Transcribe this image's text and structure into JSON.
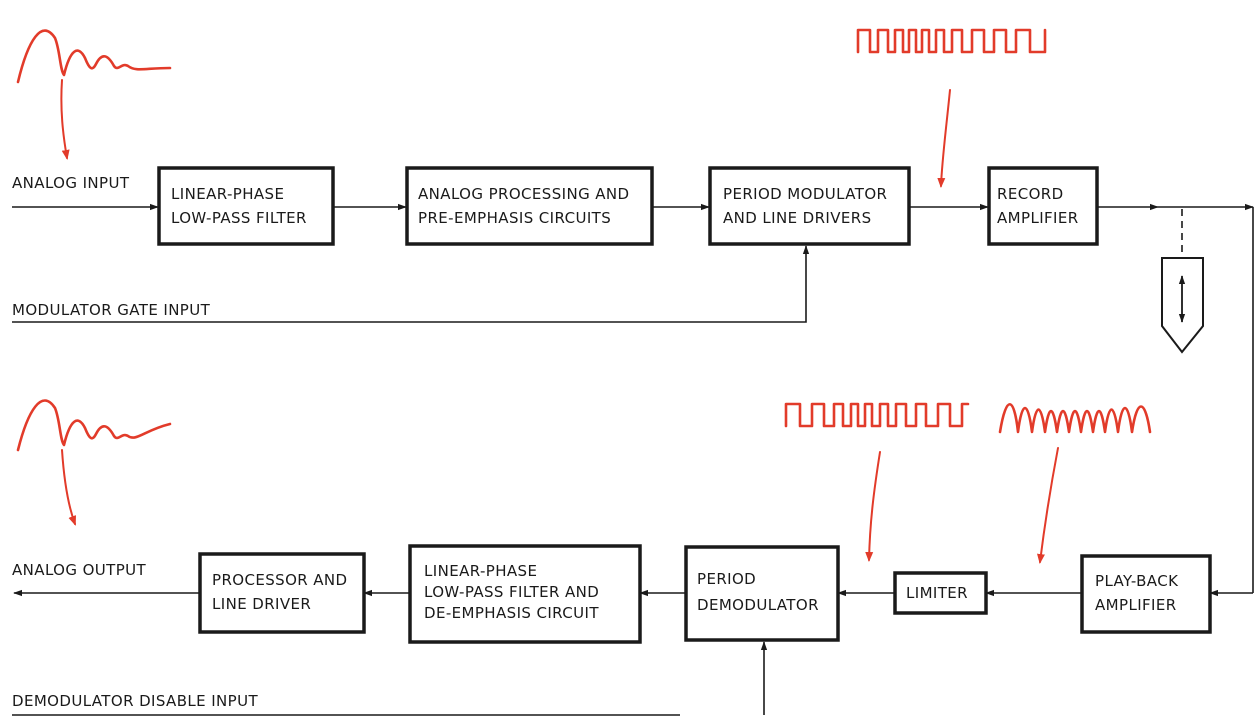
{
  "colors": {
    "ink": "#1a1a1a",
    "signal": "#e23b2a",
    "background": "#ffffff"
  },
  "inputs": {
    "analog_input": "ANALOG INPUT",
    "modulator_gate_input": "MODULATOR GATE INPUT",
    "analog_output": "ANALOG OUTPUT",
    "demodulator_disable_input": "DEMODULATOR DISABLE INPUT"
  },
  "record_chain": [
    {
      "lines": [
        "LINEAR-PHASE",
        "LOW-PASS FILTER"
      ]
    },
    {
      "lines": [
        "ANALOG PROCESSING AND",
        "PRE-EMPHASIS CIRCUITS"
      ]
    },
    {
      "lines": [
        "PERIOD MODULATOR",
        "AND LINE DRIVERS"
      ]
    },
    {
      "lines": [
        "RECORD",
        "AMPLIFIER"
      ]
    }
  ],
  "playback_chain": [
    {
      "lines": [
        "PLAY-BACK",
        "AMPLIFIER"
      ]
    },
    {
      "lines": [
        "LIMITER"
      ]
    },
    {
      "lines": [
        "PERIOD",
        "DEMODULATOR"
      ]
    },
    {
      "lines": [
        "LINEAR-PHASE",
        "LOW-PASS FILTER AND",
        "DE-EMPHASIS CIRCUIT"
      ]
    },
    {
      "lines": [
        "PROCESSOR AND",
        "LINE DRIVER"
      ]
    }
  ],
  "icons": {
    "record_head": "tape-head-icon",
    "waveforms": [
      "analog-waveform-icon",
      "square-wave-icon",
      "sine-wave-icon"
    ]
  }
}
